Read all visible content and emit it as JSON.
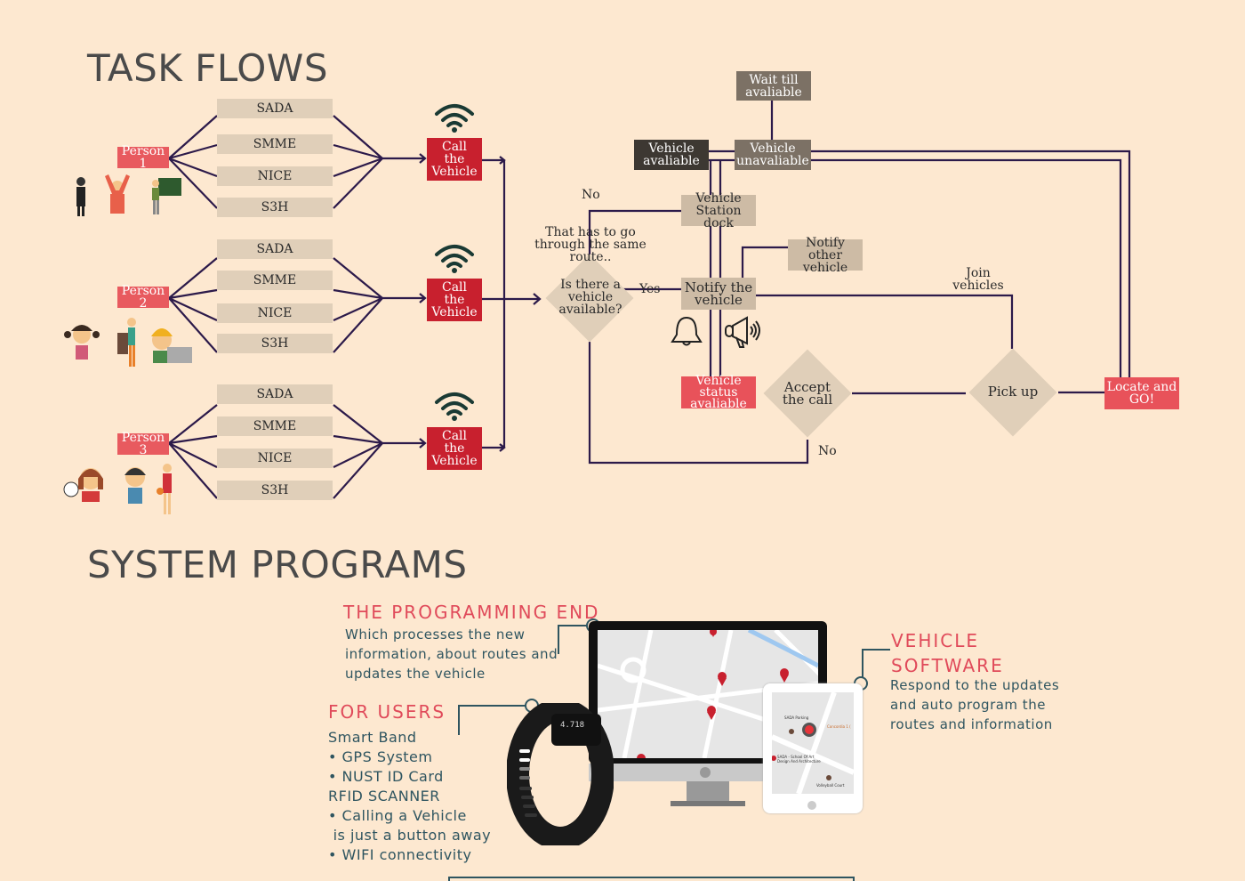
{
  "headings": {
    "task_flows": "TASK FLOWS",
    "system_programs": "SYSTEM PROGRAMS"
  },
  "persons": [
    {
      "label": "Person 1",
      "sites": [
        "SADA",
        "SMME",
        "NICE",
        "S3H"
      ],
      "call": [
        "Call",
        "the",
        "Vehicle"
      ]
    },
    {
      "label": "Person 2",
      "sites": [
        "SADA",
        "SMME",
        "NICE",
        "S3H"
      ],
      "call": [
        "Call",
        "the",
        "Vehicle"
      ]
    },
    {
      "label": "Person 3",
      "sites": [
        "SADA",
        "SMME",
        "NICE",
        "S3H"
      ],
      "call": [
        "Call",
        "the",
        "Vehicle"
      ]
    }
  ],
  "flow": {
    "wait_till_available": "Wait till avaliable",
    "vehicle_available": "Vehicle avaliable",
    "vehicle_unavailable": "Vehicle unavaliable",
    "vehicle_station_dock": "Vehicle Station dock",
    "notify_other_vehicle": "Notify other vehicle",
    "notify_the_vehicle": "Notify the vehicle",
    "vehicle_status_available": "Vehicle status avaliable",
    "is_there_vehicle": "Is there a vehicle available?",
    "accept_the_call": "Accept the call",
    "pick_up": "Pick up",
    "locate_and_go": "Locate and GO!",
    "same_route_note": "That has to go through the same route..",
    "join_vehicles": "Join vehicles",
    "label_no_top": "No",
    "label_yes": "Yes",
    "label_no_bottom": "No"
  },
  "programs": {
    "programming_end": {
      "title": "THE PROGRAMMING END",
      "lines": [
        "Which processes the new",
        "information, about routes and",
        "updates the vehicle"
      ]
    },
    "for_users": {
      "title": "FOR USERS",
      "lines": [
        "Smart Band",
        "• GPS System",
        "• NUST ID Card",
        "RFID SCANNER",
        "•  Calling a Vehicle",
        " is just a button away",
        "•  WIFI connectivity"
      ]
    },
    "vehicle_software": {
      "title_1": "VEHICLE",
      "title_2": "SOFTWARE",
      "lines": [
        "Respond to the updates",
        "and auto program the",
        "routes and information"
      ]
    },
    "band_display": "4.718",
    "tablet_map": {
      "sada_parking": "SADA Parking",
      "concordia": "Concordia 1 (",
      "sada_school": "SADA - School Of Art Design And Architecture",
      "volleyball": "Volleyball Court"
    }
  },
  "colors": {
    "background": "#fde8d0",
    "line": "#2c1a4a",
    "accent_red": "#e8525a",
    "call_red": "#c8202e",
    "box_tan": "#e0cfb9",
    "teal_text": "#2f5560"
  }
}
